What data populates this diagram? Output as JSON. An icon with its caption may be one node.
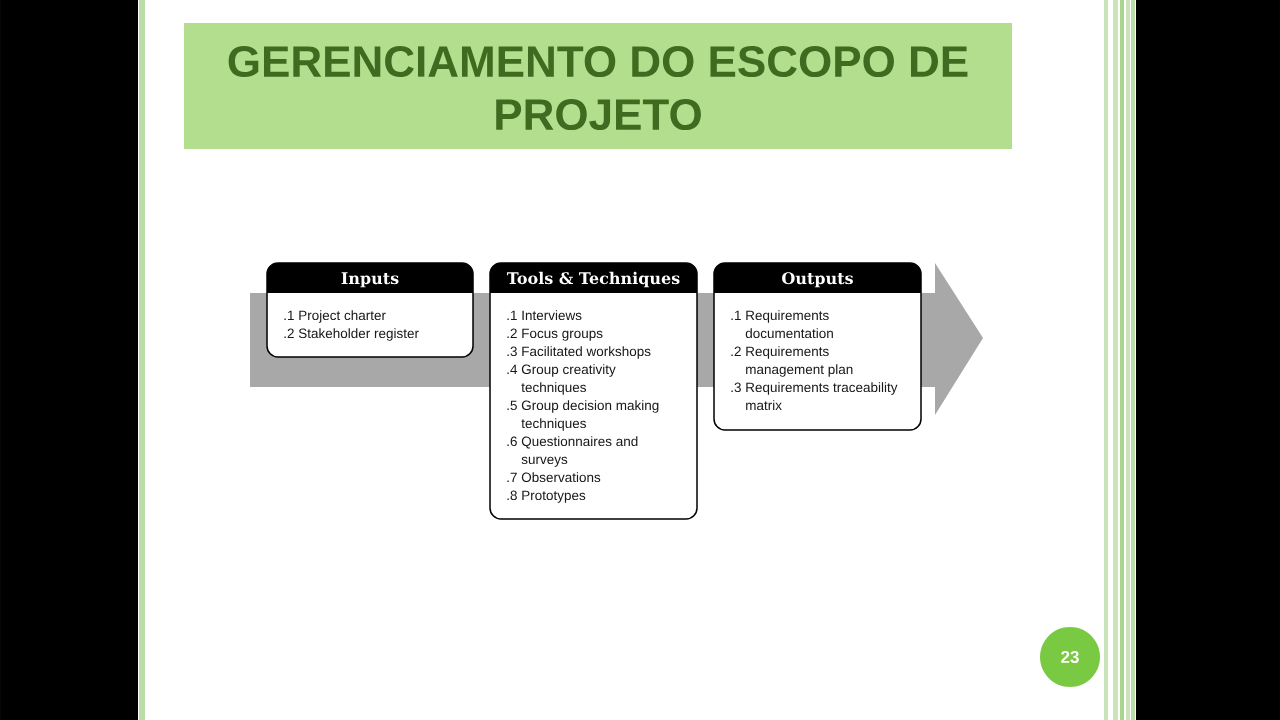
{
  "diagram": {
    "title": "GERENCIAMENTO DO ESCOPO DE PROJETO",
    "nodes": [
      {
        "text": [
          "Inputs",
          ".1 Project charter",
          ".2 Stakeholder register"
        ]
      },
      {
        "text": [
          "Tools & Techniques",
          ".1 Interviews",
          ".2 Focus groups",
          ".3 Facilitated workshops",
          ".4 Group creativity techniques",
          ".5 Group decision making techniques",
          ".6 Questionnaires and surveys",
          ".7 Observations",
          ".8 Prototypes"
        ]
      },
      {
        "text": [
          "Outputs",
          ".1 Requirements documentation",
          ".2 Requirements management plan",
          ".3 Requirements traceability matrix"
        ]
      },
      {
        "text": [
          "23"
        ]
      }
    ]
  }
}
